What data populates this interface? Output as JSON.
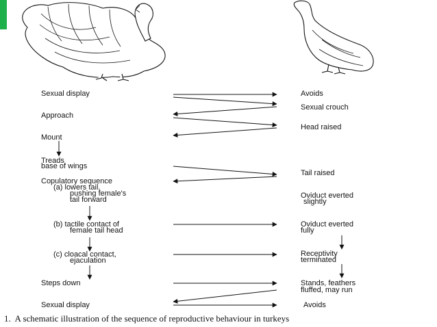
{
  "colors": {
    "accent": "#1eb14b",
    "ink": "#111111",
    "background": "#ffffff"
  },
  "illustrations": {
    "male_turkey": "male-turkey-drawing",
    "female_turkey": "female-turkey-drawing"
  },
  "male_behaviours": {
    "sexual_display_1": "Sexual display",
    "approach": "Approach",
    "mount": "Mount",
    "treads": "Treads",
    "treads_wings": "base of wings",
    "copulatory_sequence": "Copulatory sequence",
    "a1": "(a) lowers tail,",
    "a2": "pushing female's",
    "a3": "tail forward",
    "b1": "(b) tactile contact of",
    "b2": "female tail head",
    "c1": "(c) cloacal contact,",
    "c2": "ejaculation",
    "steps_down": "Steps down",
    "sexual_display_2": "Sexual display"
  },
  "female_behaviours": {
    "avoids_1": "Avoids",
    "sexual_crouch": "Sexual crouch",
    "head_raised": "Head raised",
    "tail_raised": "Tail raised",
    "oviduct_slightly_1": "Oviduct everted",
    "oviduct_slightly_2": "slightly",
    "oviduct_fully_1": "Oviduct everted",
    "oviduct_fully_2": "fully",
    "receptivity_1": "Receptivity",
    "receptivity_2": "terminated",
    "stands_1": "Stands, feathers",
    "stands_2": "fluffed, may run",
    "avoids_2": "Avoids"
  },
  "caption": "1.  A schematic illustration of the sequence of reproductive behaviour in turkeys"
}
